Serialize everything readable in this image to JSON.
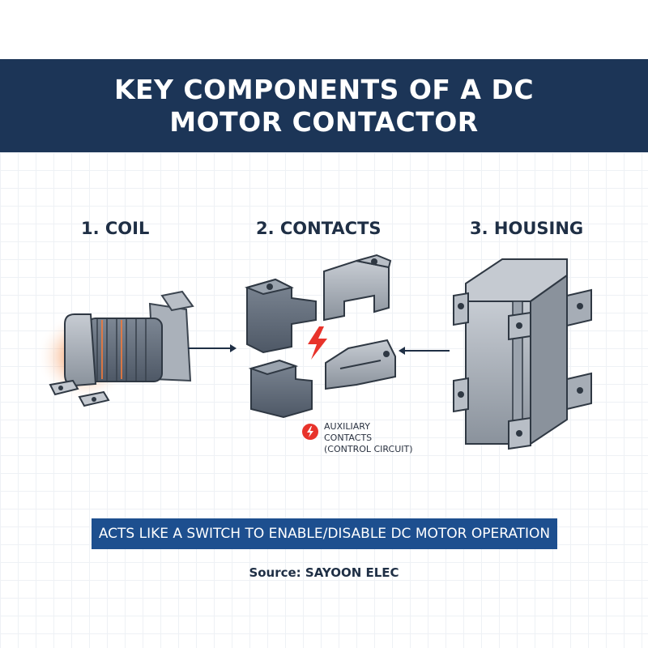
{
  "title": "KEY COMPONENTS OF A DC MOTOR CONTACTOR",
  "sections": {
    "coil": {
      "label": "1. COIL"
    },
    "contacts": {
      "label": "2. CONTACTS"
    },
    "housing": {
      "label": "3. HOUSING"
    }
  },
  "auxiliary": {
    "line1": "AUXILIARY",
    "line2": "CONTACTS",
    "line3": "(CONTROL CIRCUIT)"
  },
  "summary": "ACTS LIKE A SWITCH TO ENABLE/DISABLE DC MOTOR OPERATION",
  "source": "Source: SAYOON ELEC",
  "icons": [
    "lightning-bolt-icon",
    "arrow-right-icon",
    "arrow-left-icon"
  ],
  "colors": {
    "banner": "#1c3557",
    "summary_bar": "#1d4f8f",
    "accent": "#e8332b",
    "coil_glow": "#f07a3c",
    "component": "#8c939d"
  }
}
